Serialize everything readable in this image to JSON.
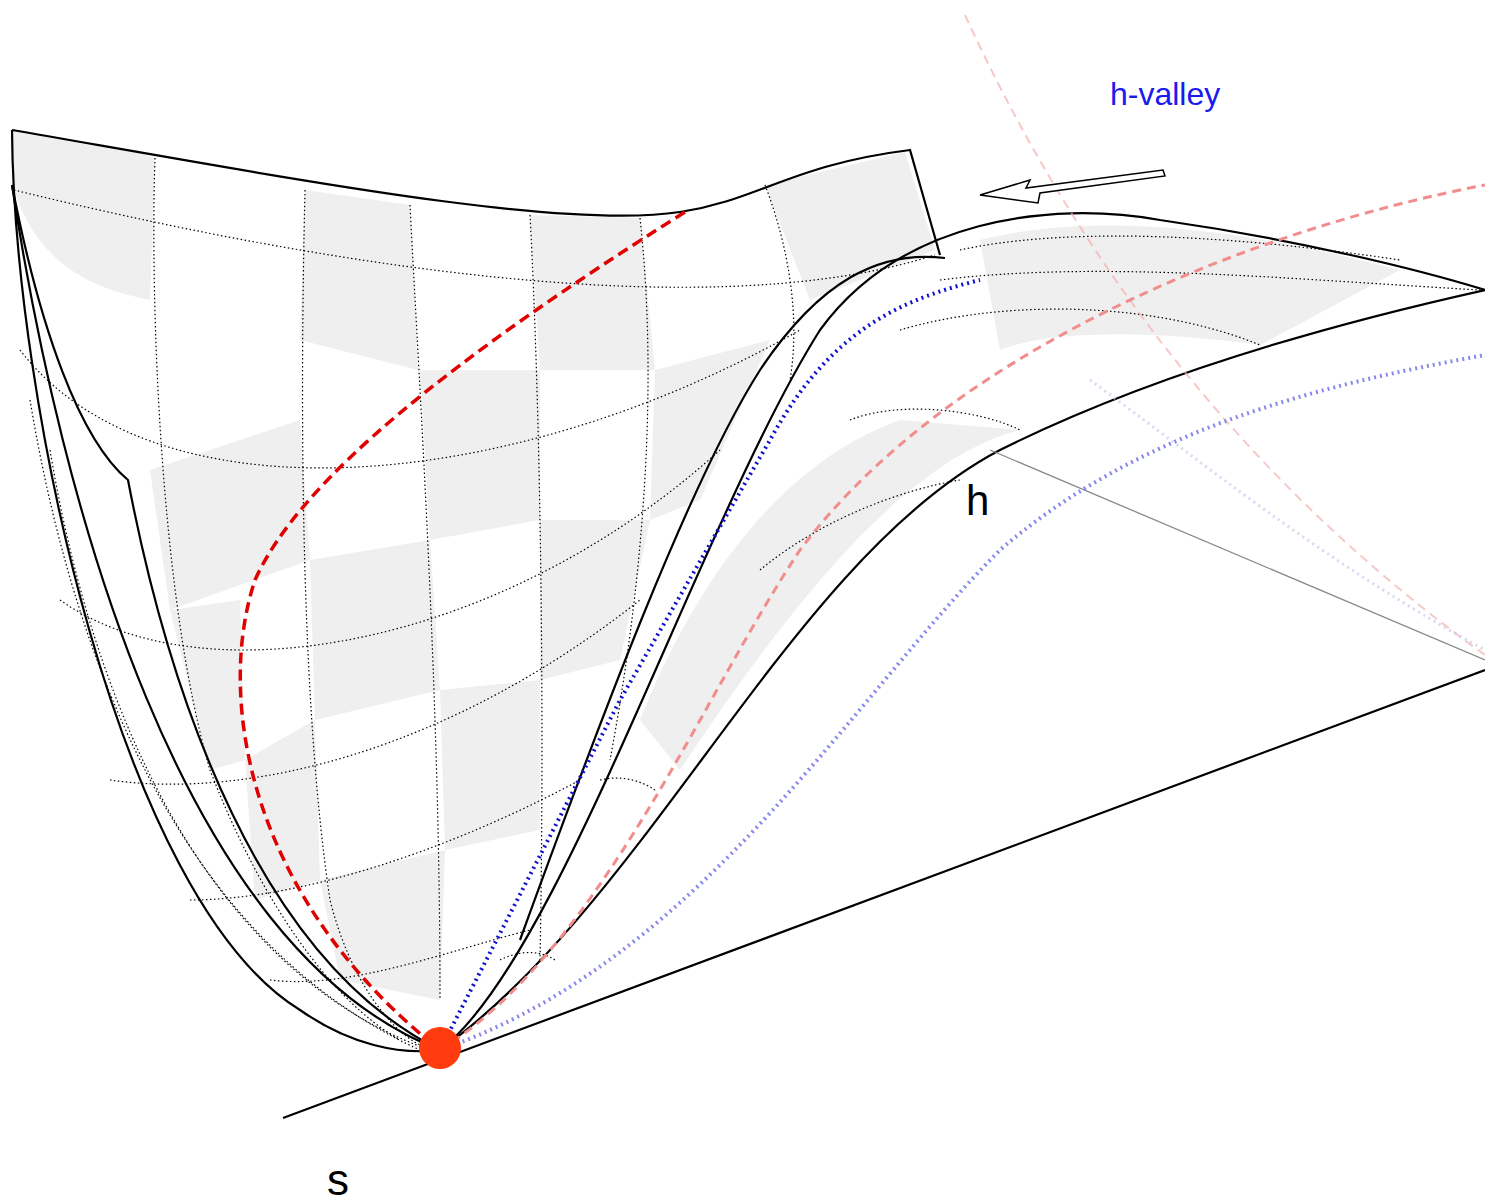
{
  "diagram": {
    "labels": [
      "h-valley",
      "h",
      "s"
    ]
  }
}
